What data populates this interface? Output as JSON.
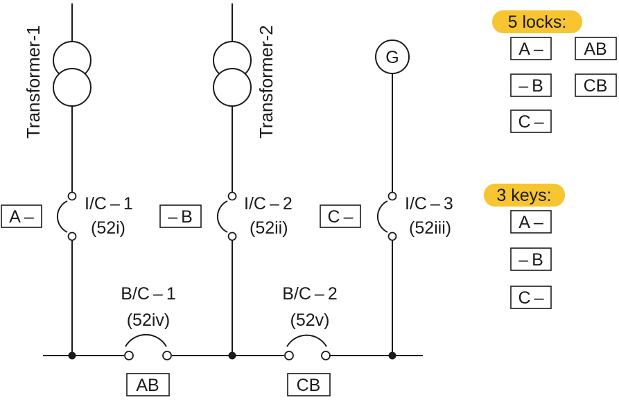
{
  "transformers": [
    {
      "label": "Transformer-1"
    },
    {
      "label": "Transformer-2"
    }
  ],
  "generator": {
    "symbol": "G"
  },
  "incomers": [
    {
      "name": "I/C – 1",
      "code": "(52i)",
      "lock": "A –"
    },
    {
      "name": "I/C – 2",
      "code": "(52ii)",
      "lock": "– B"
    },
    {
      "name": "I/C – 3",
      "code": "(52iii)",
      "lock": "C –"
    }
  ],
  "buscouplers": [
    {
      "name": "B/C – 1",
      "code": "(52iv)",
      "lock": "AB"
    },
    {
      "name": "B/C – 2",
      "code": "(52v)",
      "lock": "CB"
    }
  ],
  "legend": {
    "locks_title": "5 locks:",
    "locks": [
      "A –",
      "– B",
      "C –",
      "AB",
      "CB"
    ],
    "keys_title": "3 keys:",
    "keys": [
      "A –",
      "– B",
      "C –"
    ]
  },
  "colors": {
    "highlight": "#f7c531",
    "line": "#1a1a1a"
  }
}
